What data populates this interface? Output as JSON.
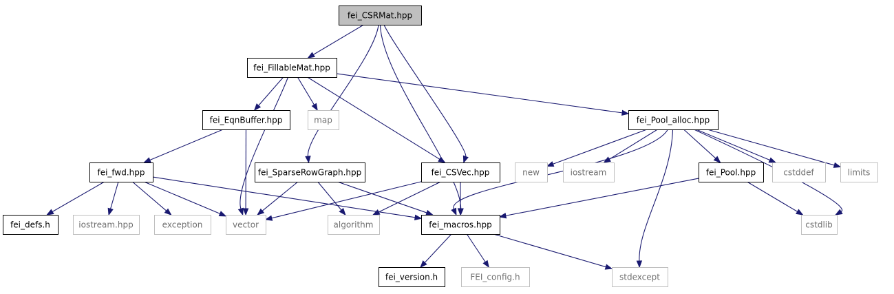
{
  "graph": {
    "nodes": [
      {
        "id": "csrmat",
        "label": "fei_CSRMat.hpp",
        "kind": "root"
      },
      {
        "id": "fillable",
        "label": "fei_FillableMat.hpp",
        "kind": "internal"
      },
      {
        "id": "eqnbuf",
        "label": "fei_EqnBuffer.hpp",
        "kind": "internal"
      },
      {
        "id": "map",
        "label": "map",
        "kind": "external"
      },
      {
        "id": "poolalloc",
        "label": "fei_Pool_alloc.hpp",
        "kind": "internal"
      },
      {
        "id": "fwd",
        "label": "fei_fwd.hpp",
        "kind": "internal"
      },
      {
        "id": "sparse",
        "label": "fei_SparseRowGraph.hpp",
        "kind": "internal"
      },
      {
        "id": "csvec",
        "label": "fei_CSVec.hpp",
        "kind": "internal"
      },
      {
        "id": "new",
        "label": "new",
        "kind": "external"
      },
      {
        "id": "iostream",
        "label": "iostream",
        "kind": "external"
      },
      {
        "id": "pool",
        "label": "fei_Pool.hpp",
        "kind": "internal"
      },
      {
        "id": "cstddef",
        "label": "cstddef",
        "kind": "external"
      },
      {
        "id": "limits",
        "label": "limits",
        "kind": "external"
      },
      {
        "id": "defs",
        "label": "fei_defs.h",
        "kind": "internal"
      },
      {
        "id": "iostreamhpp",
        "label": "iostream.hpp",
        "kind": "external"
      },
      {
        "id": "exception",
        "label": "exception",
        "kind": "external"
      },
      {
        "id": "vector",
        "label": "vector",
        "kind": "external"
      },
      {
        "id": "algorithm",
        "label": "algorithm",
        "kind": "external"
      },
      {
        "id": "macros",
        "label": "fei_macros.hpp",
        "kind": "internal"
      },
      {
        "id": "cstdlib",
        "label": "cstdlib",
        "kind": "external"
      },
      {
        "id": "version",
        "label": "fei_version.h",
        "kind": "internal"
      },
      {
        "id": "feiconfig",
        "label": "FEI_config.h",
        "kind": "external"
      },
      {
        "id": "stdexcept",
        "label": "stdexcept",
        "kind": "external"
      }
    ],
    "edges": [
      [
        "csrmat",
        "fillable"
      ],
      [
        "csrmat",
        "sparse"
      ],
      [
        "csrmat",
        "csvec"
      ],
      [
        "csrmat",
        "macros"
      ],
      [
        "fillable",
        "eqnbuf"
      ],
      [
        "fillable",
        "map"
      ],
      [
        "fillable",
        "poolalloc"
      ],
      [
        "fillable",
        "csvec"
      ],
      [
        "fillable",
        "vector"
      ],
      [
        "eqnbuf",
        "fwd"
      ],
      [
        "eqnbuf",
        "vector"
      ],
      [
        "fwd",
        "defs"
      ],
      [
        "fwd",
        "iostreamhpp"
      ],
      [
        "fwd",
        "exception"
      ],
      [
        "fwd",
        "vector"
      ],
      [
        "fwd",
        "macros"
      ],
      [
        "sparse",
        "vector"
      ],
      [
        "sparse",
        "algorithm"
      ],
      [
        "sparse",
        "macros"
      ],
      [
        "csvec",
        "vector"
      ],
      [
        "csvec",
        "algorithm"
      ],
      [
        "csvec",
        "macros"
      ],
      [
        "poolalloc",
        "new"
      ],
      [
        "poolalloc",
        "iostream"
      ],
      [
        "poolalloc",
        "pool"
      ],
      [
        "poolalloc",
        "cstddef"
      ],
      [
        "poolalloc",
        "limits"
      ],
      [
        "poolalloc",
        "cstdlib"
      ],
      [
        "poolalloc",
        "macros"
      ],
      [
        "poolalloc",
        "stdexcept"
      ],
      [
        "pool",
        "macros"
      ],
      [
        "pool",
        "cstdlib"
      ],
      [
        "macros",
        "version"
      ],
      [
        "macros",
        "feiconfig"
      ],
      [
        "macros",
        "stdexcept"
      ]
    ]
  }
}
